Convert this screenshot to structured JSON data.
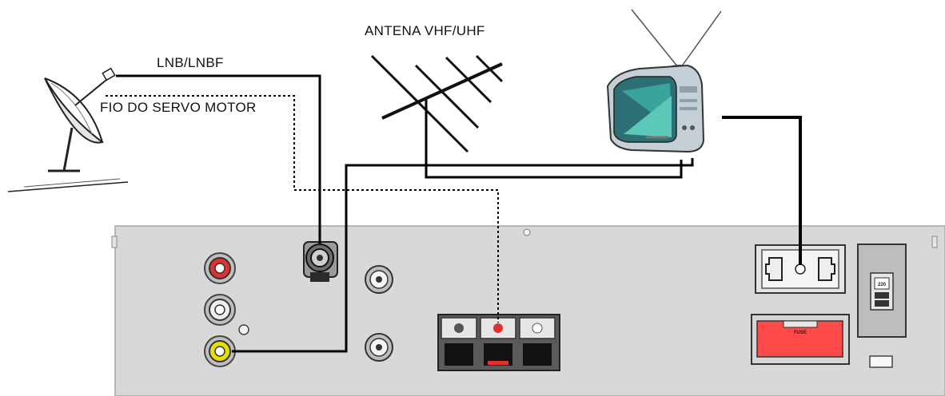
{
  "labels": {
    "antenna": "ANTENA VHF/UHF",
    "lnb": "LNB/LNBF",
    "servo_wire": "FIO DO SERVO MOTOR",
    "fuse": "FUSE",
    "voltage": "220"
  },
  "colors": {
    "panel": "#d8d8d8",
    "panel_edge": "#a6a6a6",
    "cable": "#000000",
    "rca_red": "#e03030",
    "rca_yellow": "#e8e000",
    "fuse_red": "#ff4a4a",
    "tv_screen": "#3aa39a",
    "tv_body": "#c4cfd6"
  }
}
